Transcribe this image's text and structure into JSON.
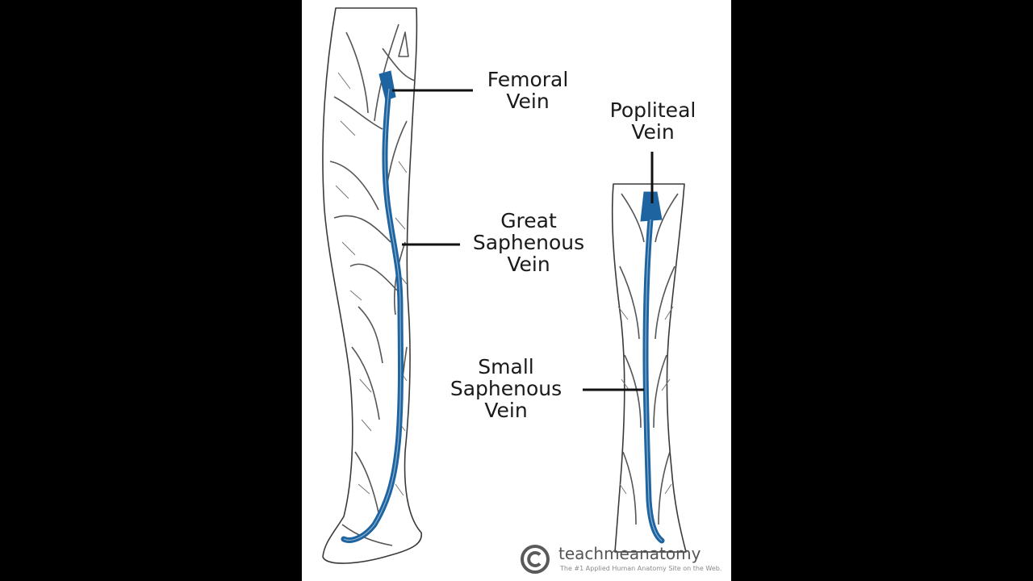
{
  "background_color": "#000000",
  "vein_color": "#1e64a0",
  "labels": {
    "femoral": [
      "Femoral",
      "Vein"
    ],
    "popliteal": [
      "Popliteal",
      "Vein"
    ],
    "great_saphenous": [
      "Great",
      "Saphenous",
      "Vein"
    ],
    "small_saphenous": [
      "Small",
      "Saphenous",
      "Vein"
    ]
  },
  "watermark": {
    "icon": "copyright-icon",
    "name": "teachmeanatomy",
    "tagline": "The #1 Applied Human Anatomy Site on the Web."
  }
}
